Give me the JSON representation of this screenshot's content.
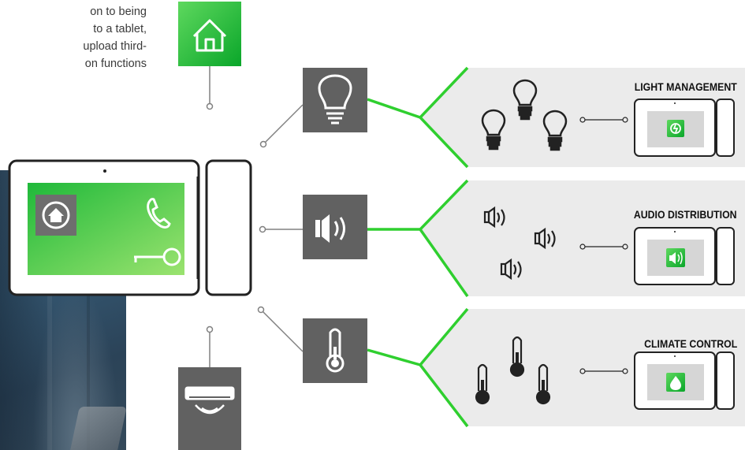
{
  "intro_text": "on to being\nto a tablet,\nupload third-\non functions",
  "colors": {
    "accent_green": "#2fcf2f",
    "icon_box_gray": "#616161",
    "panel_bg": "#ebebeb",
    "line_gray": "#808080"
  },
  "panels": [
    {
      "title": "LIGHT MANAGEMENT",
      "icon": "bulb-icon",
      "tablet_icon": "power-icon"
    },
    {
      "title": "AUDIO DISTRIBUTION",
      "icon": "speaker-icon",
      "tablet_icon": "speaker-icon"
    },
    {
      "title": "CLIMATE CONTROL",
      "icon": "thermometer-icon",
      "tablet_icon": "flame-icon"
    }
  ],
  "device_icons": {
    "top": "house-icon",
    "bottom": "air-conditioner-icon",
    "main_screen": [
      "house-icon",
      "phone-icon",
      "key-icon"
    ]
  }
}
